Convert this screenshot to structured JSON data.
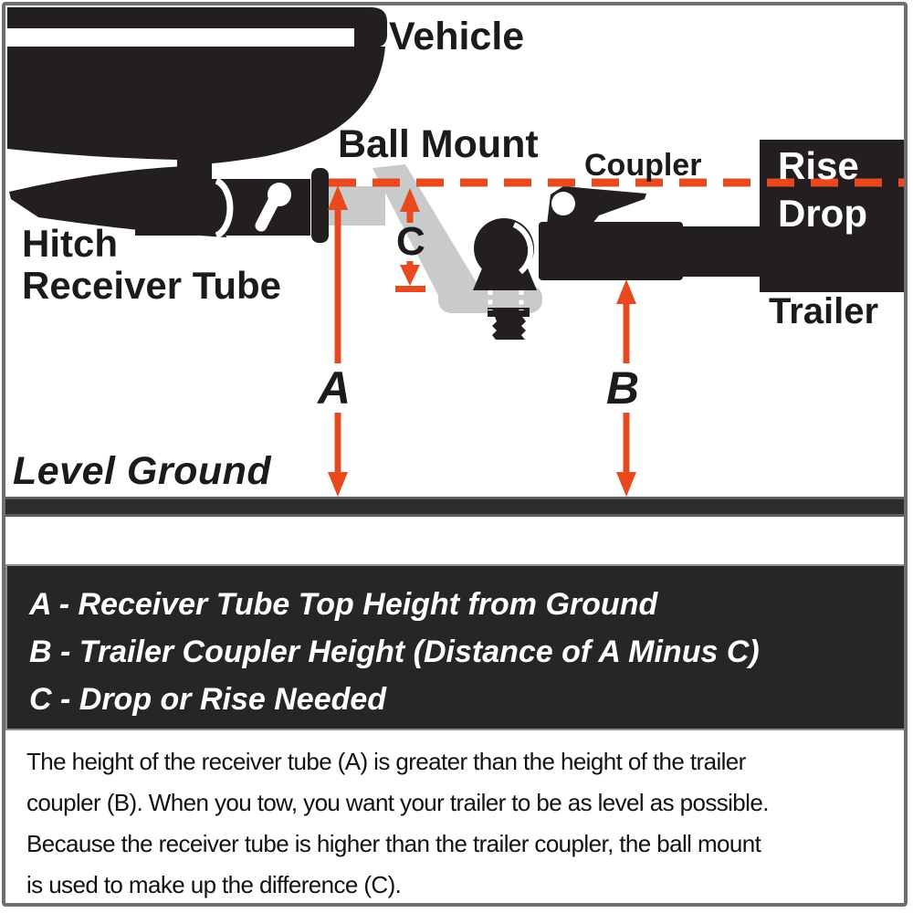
{
  "colors": {
    "accent_orange": "#e8491f",
    "ink_black": "#231f20",
    "shank_gray": "#c9cacb",
    "panel_dark": "#282525",
    "frame_gray": "#6e6e6e"
  },
  "diagram": {
    "vehicle_label": "Vehicle",
    "ball_mount_label": "Ball Mount",
    "coupler_label": "Coupler",
    "rise_label": "Rise",
    "drop_label": "Drop",
    "hitch_label_line1": "Hitch",
    "hitch_label_line2": "Receiver Tube",
    "trailer_label": "Trailer",
    "level_ground_label": "Level Ground",
    "dimension_a": "A",
    "dimension_b": "B",
    "dimension_c": "C"
  },
  "legend": {
    "lines": [
      "A - Receiver Tube Top Height from Ground",
      "B - Trailer Coupler Height (Distance of A Minus C)",
      "C - Drop or Rise Needed"
    ]
  },
  "description": {
    "lines": [
      "The height of the receiver tube (A) is greater than the height of the trailer",
      "coupler (B). When you tow, you want your trailer to be as level as possible.",
      "Because the receiver tube is higher than the trailer coupler, the ball mount",
      "is used to make up the difference (C)."
    ]
  }
}
